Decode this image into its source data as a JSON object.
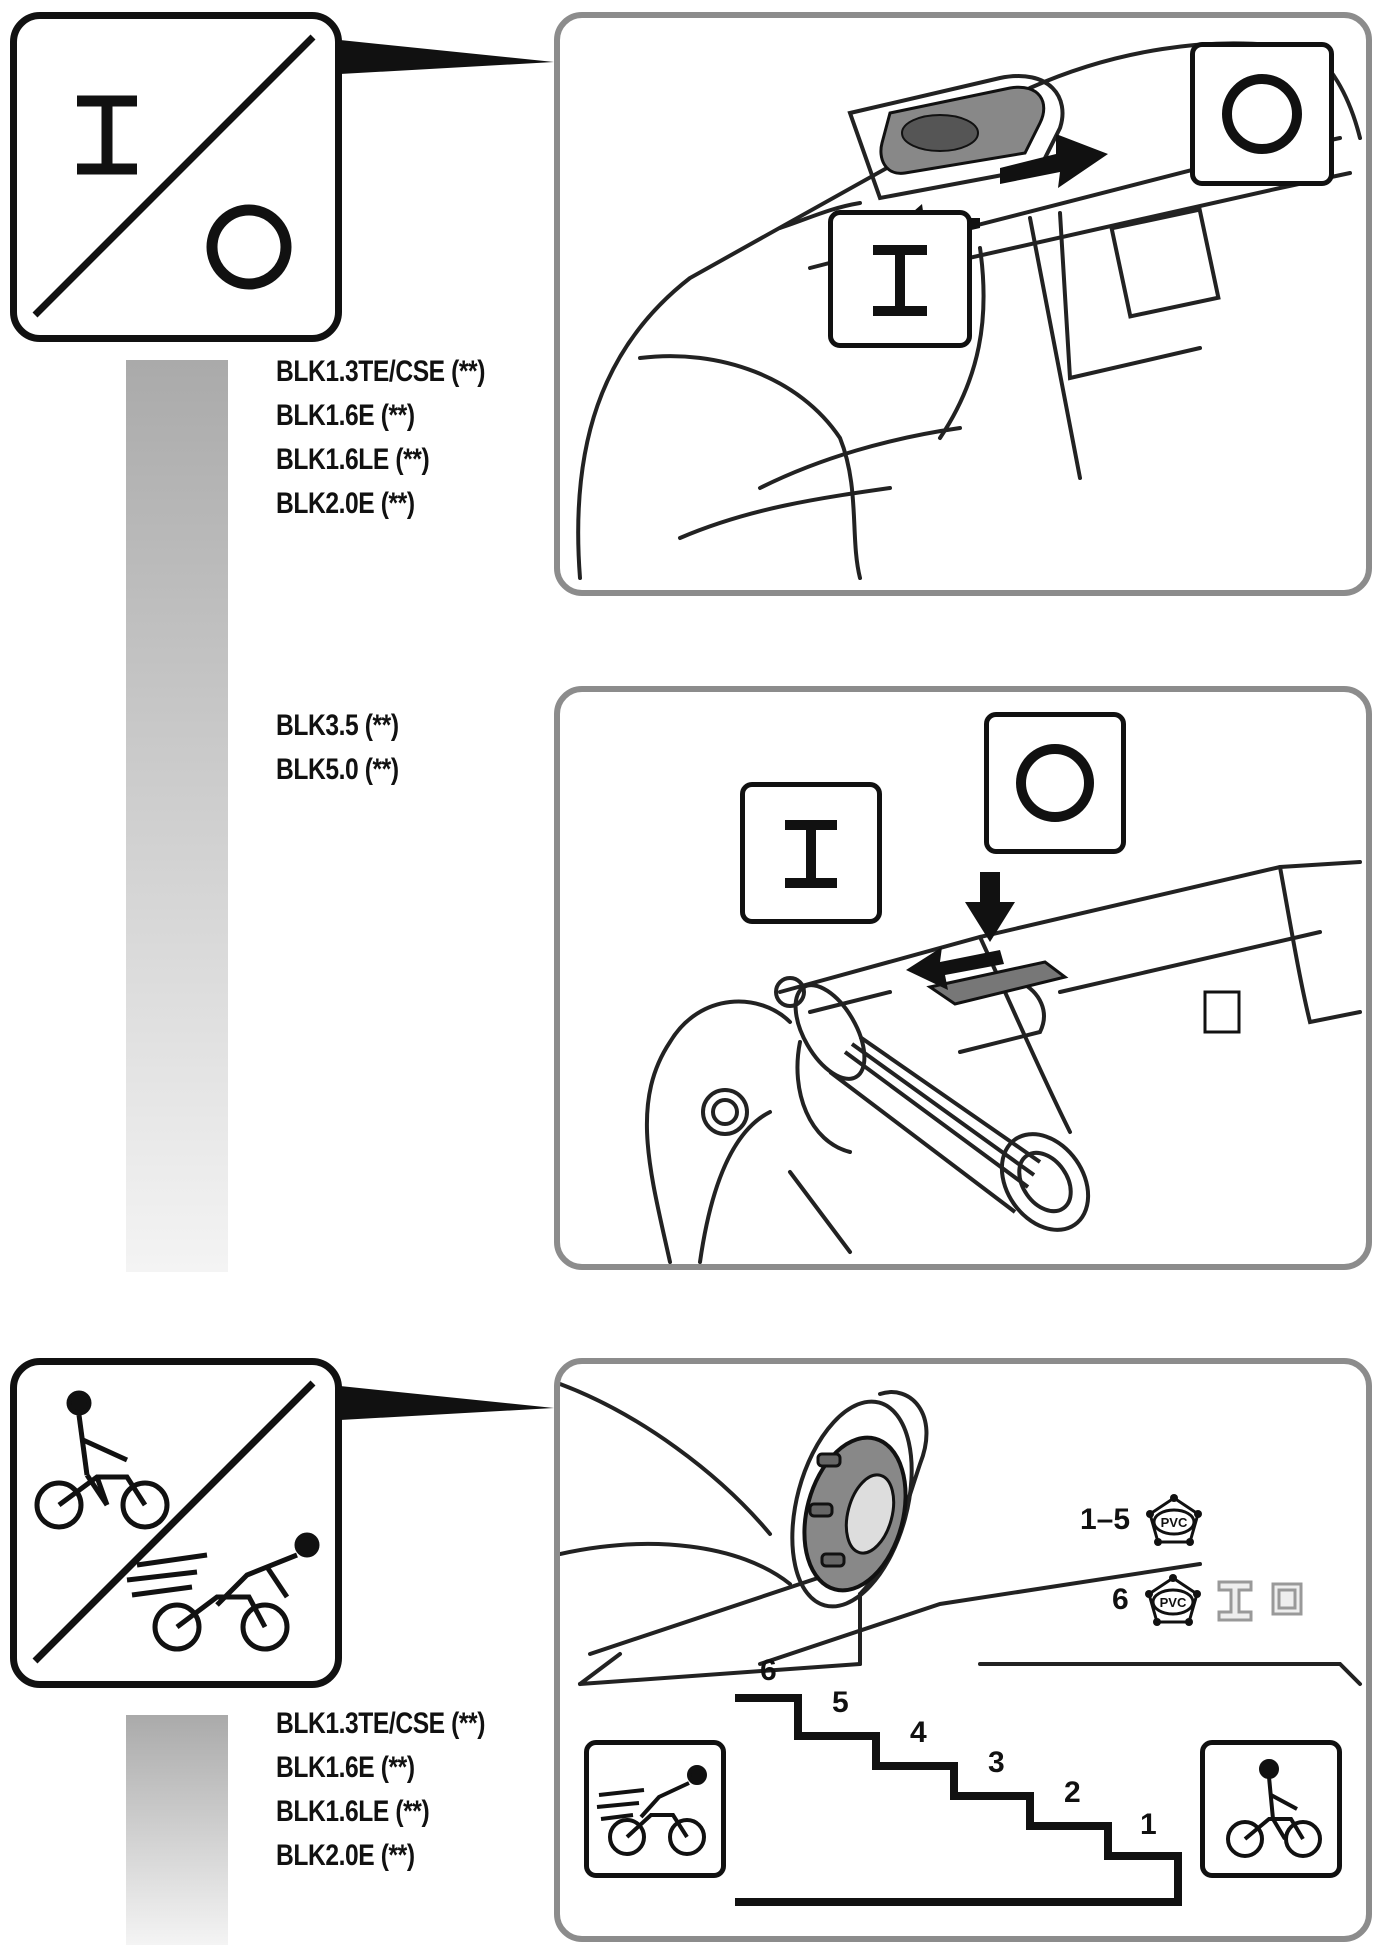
{
  "section_switch": {
    "symbol_on": "I",
    "symbol_off": "O",
    "models_a": [
      "BLK1.3TE/CSE (**)",
      "BLK1.6E (**)",
      "BLK1.6LE (**)",
      "BLK2.0E (**)"
    ],
    "models_b": [
      "BLK3.5 (**)",
      "BLK5.0 (**)"
    ]
  },
  "section_speed": {
    "models": [
      "BLK1.3TE/CSE (**)",
      "BLK1.6E (**)",
      "BLK1.6LE (**)",
      "BLK2.0E (**)"
    ],
    "range_low": "1–5",
    "range_high": "6",
    "material_label": "PVC",
    "steps": [
      "6",
      "5",
      "4",
      "3",
      "2",
      "1"
    ]
  },
  "icons": [
    "on-off-icon",
    "speed-selector-icon",
    "cyclist-slow-icon",
    "cyclist-fast-icon",
    "pvc-material-icon",
    "steel-profile-icon",
    "aluminium-profile-icon"
  ]
}
